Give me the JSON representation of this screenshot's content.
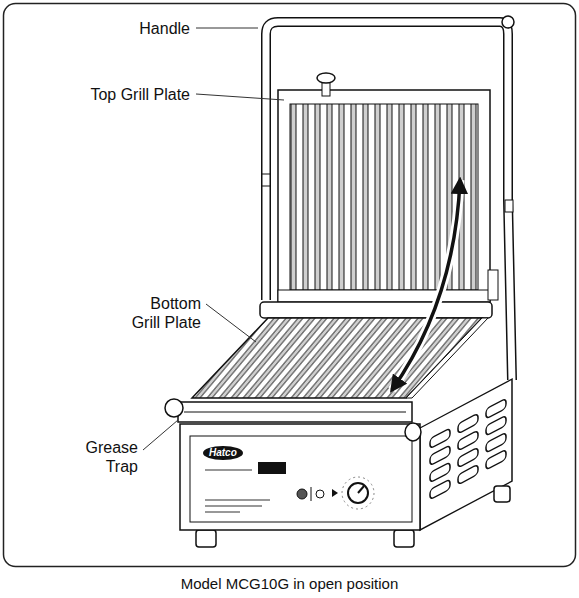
{
  "diagram": {
    "caption": "Model MCG10G in open position",
    "labels": [
      "Handle",
      "Top Grill Plate",
      "Bottom Grill Plate",
      "Grease Trap",
      "Hatco"
    ]
  }
}
